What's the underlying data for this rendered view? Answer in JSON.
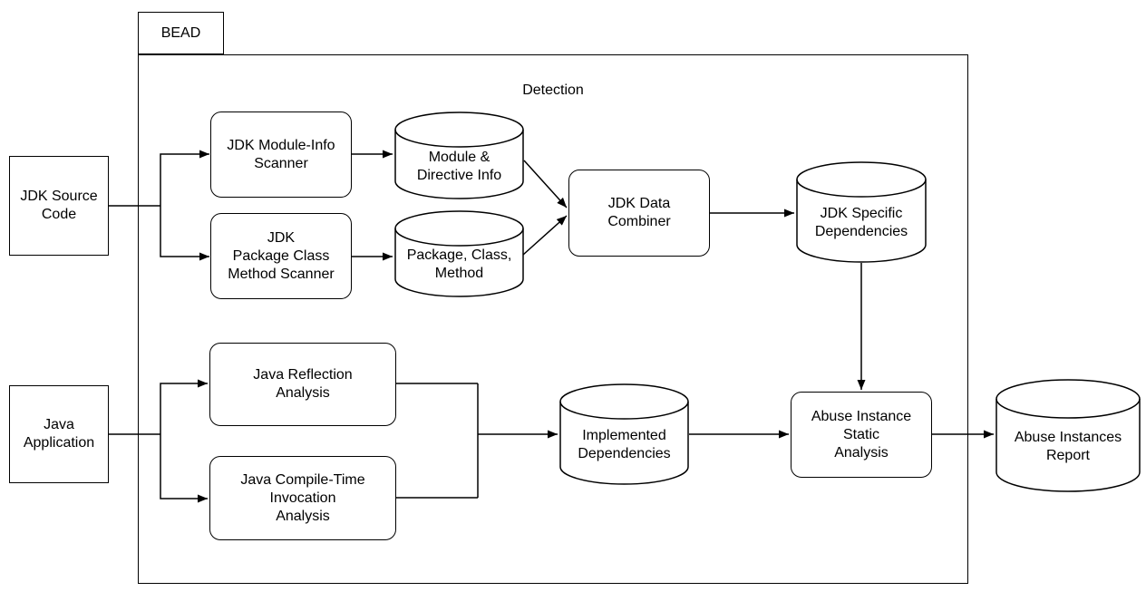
{
  "colors": {
    "background": "#ffffff",
    "stroke": "#000000",
    "text": "#000000",
    "node_fill": "#ffffff"
  },
  "container": {
    "tab_label": "BEAD",
    "region_label": "Detection"
  },
  "nodes": {
    "jdk_source_code": {
      "shape": "rect",
      "label": "JDK Source\nCode"
    },
    "java_application": {
      "shape": "rect",
      "label": "Java\nApplication"
    },
    "jdk_module_info_scanner": {
      "shape": "rounded",
      "label": "JDK Module-Info\nScanner"
    },
    "jdk_package_class_method_scanner": {
      "shape": "rounded",
      "label": "JDK\nPackage Class\nMethod Scanner"
    },
    "module_directive_info": {
      "shape": "cylinder",
      "label": "Module &\nDirective Info"
    },
    "package_class_method": {
      "shape": "cylinder",
      "label": "Package, Class,\nMethod"
    },
    "jdk_data_combiner": {
      "shape": "rounded",
      "label": "JDK Data\nCombiner"
    },
    "jdk_specific_dependencies": {
      "shape": "cylinder",
      "label": "JDK Specific\nDependencies"
    },
    "java_reflection_analysis": {
      "shape": "rounded",
      "label": "Java Reflection\nAnalysis"
    },
    "java_compile_time_invocation_analysis": {
      "shape": "rounded",
      "label": "Java Compile-Time\nInvocation\nAnalysis"
    },
    "implemented_dependencies": {
      "shape": "cylinder",
      "label": "Implemented\nDependencies"
    },
    "abuse_instance_static_analysis": {
      "shape": "rounded",
      "label": "Abuse Instance\nStatic\nAnalysis"
    },
    "abuse_instances_report": {
      "shape": "cylinder",
      "label": "Abuse Instances\nReport"
    }
  }
}
